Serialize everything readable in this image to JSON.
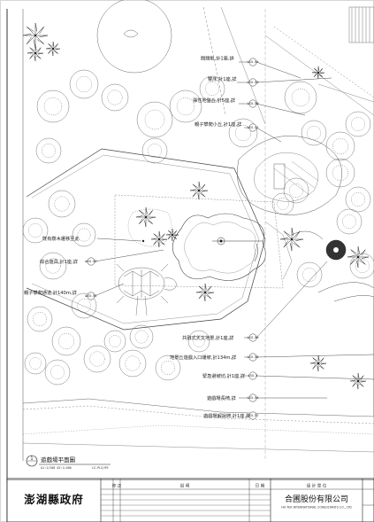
{
  "drawing": {
    "section_title": "遊戲場平面圖",
    "section_number": "1",
    "section_scale": "A1:1/200 A3:1/400",
    "section_ref": "LS-PL5/99"
  },
  "callouts": [
    {
      "label": "翹翹板,計1座,詳",
      "tag": "LS5-54"
    },
    {
      "label": "雙床,計1座,詳",
      "tag": "LS5-53"
    },
    {
      "label": "彈性地墊丘,計5座,詳",
      "tag": "LS5-50"
    },
    {
      "label": "親子攀爬小丘,計1座,詳",
      "tag": "LS5-51"
    },
    {
      "label": "既有樹木遷移至此",
      "tag": ""
    },
    {
      "label": "綜合遊具,計1座,詳",
      "tag": "LS5-52"
    },
    {
      "label": "親子攀爬通道,計140m,詳",
      "tag": "LS5-52"
    },
    {
      "label": "共融式天文地景,計1座,詳",
      "tag": "LS5-56"
    },
    {
      "label": "地景丘遊戲入口緩坡,計134m,詳",
      "tag": "LS5-55"
    },
    {
      "label": "緊急避坡坊,計1座,詳",
      "tag": "LS5-3"
    },
    {
      "label": "遊戲場長椅,詳",
      "tag": "LS5-54"
    },
    {
      "label": "遊戲場解說牌,計1座,詳",
      "tag": "LS5-57"
    }
  ],
  "title_block": {
    "client": "澎湖縣政府",
    "col_revision": "修 正",
    "col_description": "說 明",
    "col_date": "日 期",
    "col_design_unit": "設 計 單 位",
    "firm_name": "合圃股份有限公司",
    "firm_name_en": "HO-TEK INTERNATIONAL CONSULTANTS CO., LTD"
  }
}
